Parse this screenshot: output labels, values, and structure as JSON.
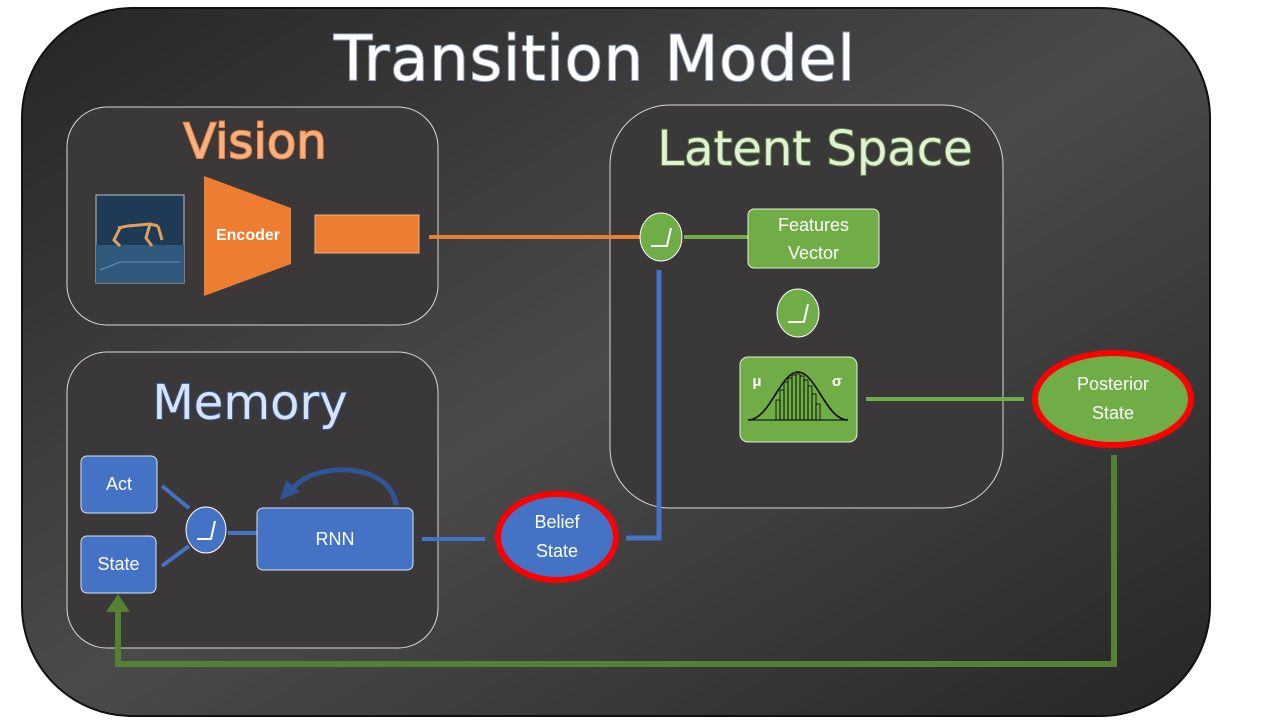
{
  "title": "Transition Model",
  "sections": {
    "vision": "Vision",
    "latent": "Latent Space",
    "memory": "Memory"
  },
  "nodes": {
    "encoder": "Encoder",
    "features_line1": "Features",
    "features_line2": "Vector",
    "act": "Act",
    "state": "State",
    "rnn": "RNN",
    "belief_line1": "Belief",
    "belief_line2": "State",
    "posterior_line1": "Posterior",
    "posterior_line2": "State",
    "mu": "μ",
    "sigma": "σ"
  },
  "colors": {
    "panel_dark": "#3a3a3a",
    "vision_orange": "#ed7d31",
    "latent_green": "#70ad47",
    "memory_blue": "#4472c4",
    "highlight_red": "#ff0000",
    "feedback_green": "#548235"
  }
}
